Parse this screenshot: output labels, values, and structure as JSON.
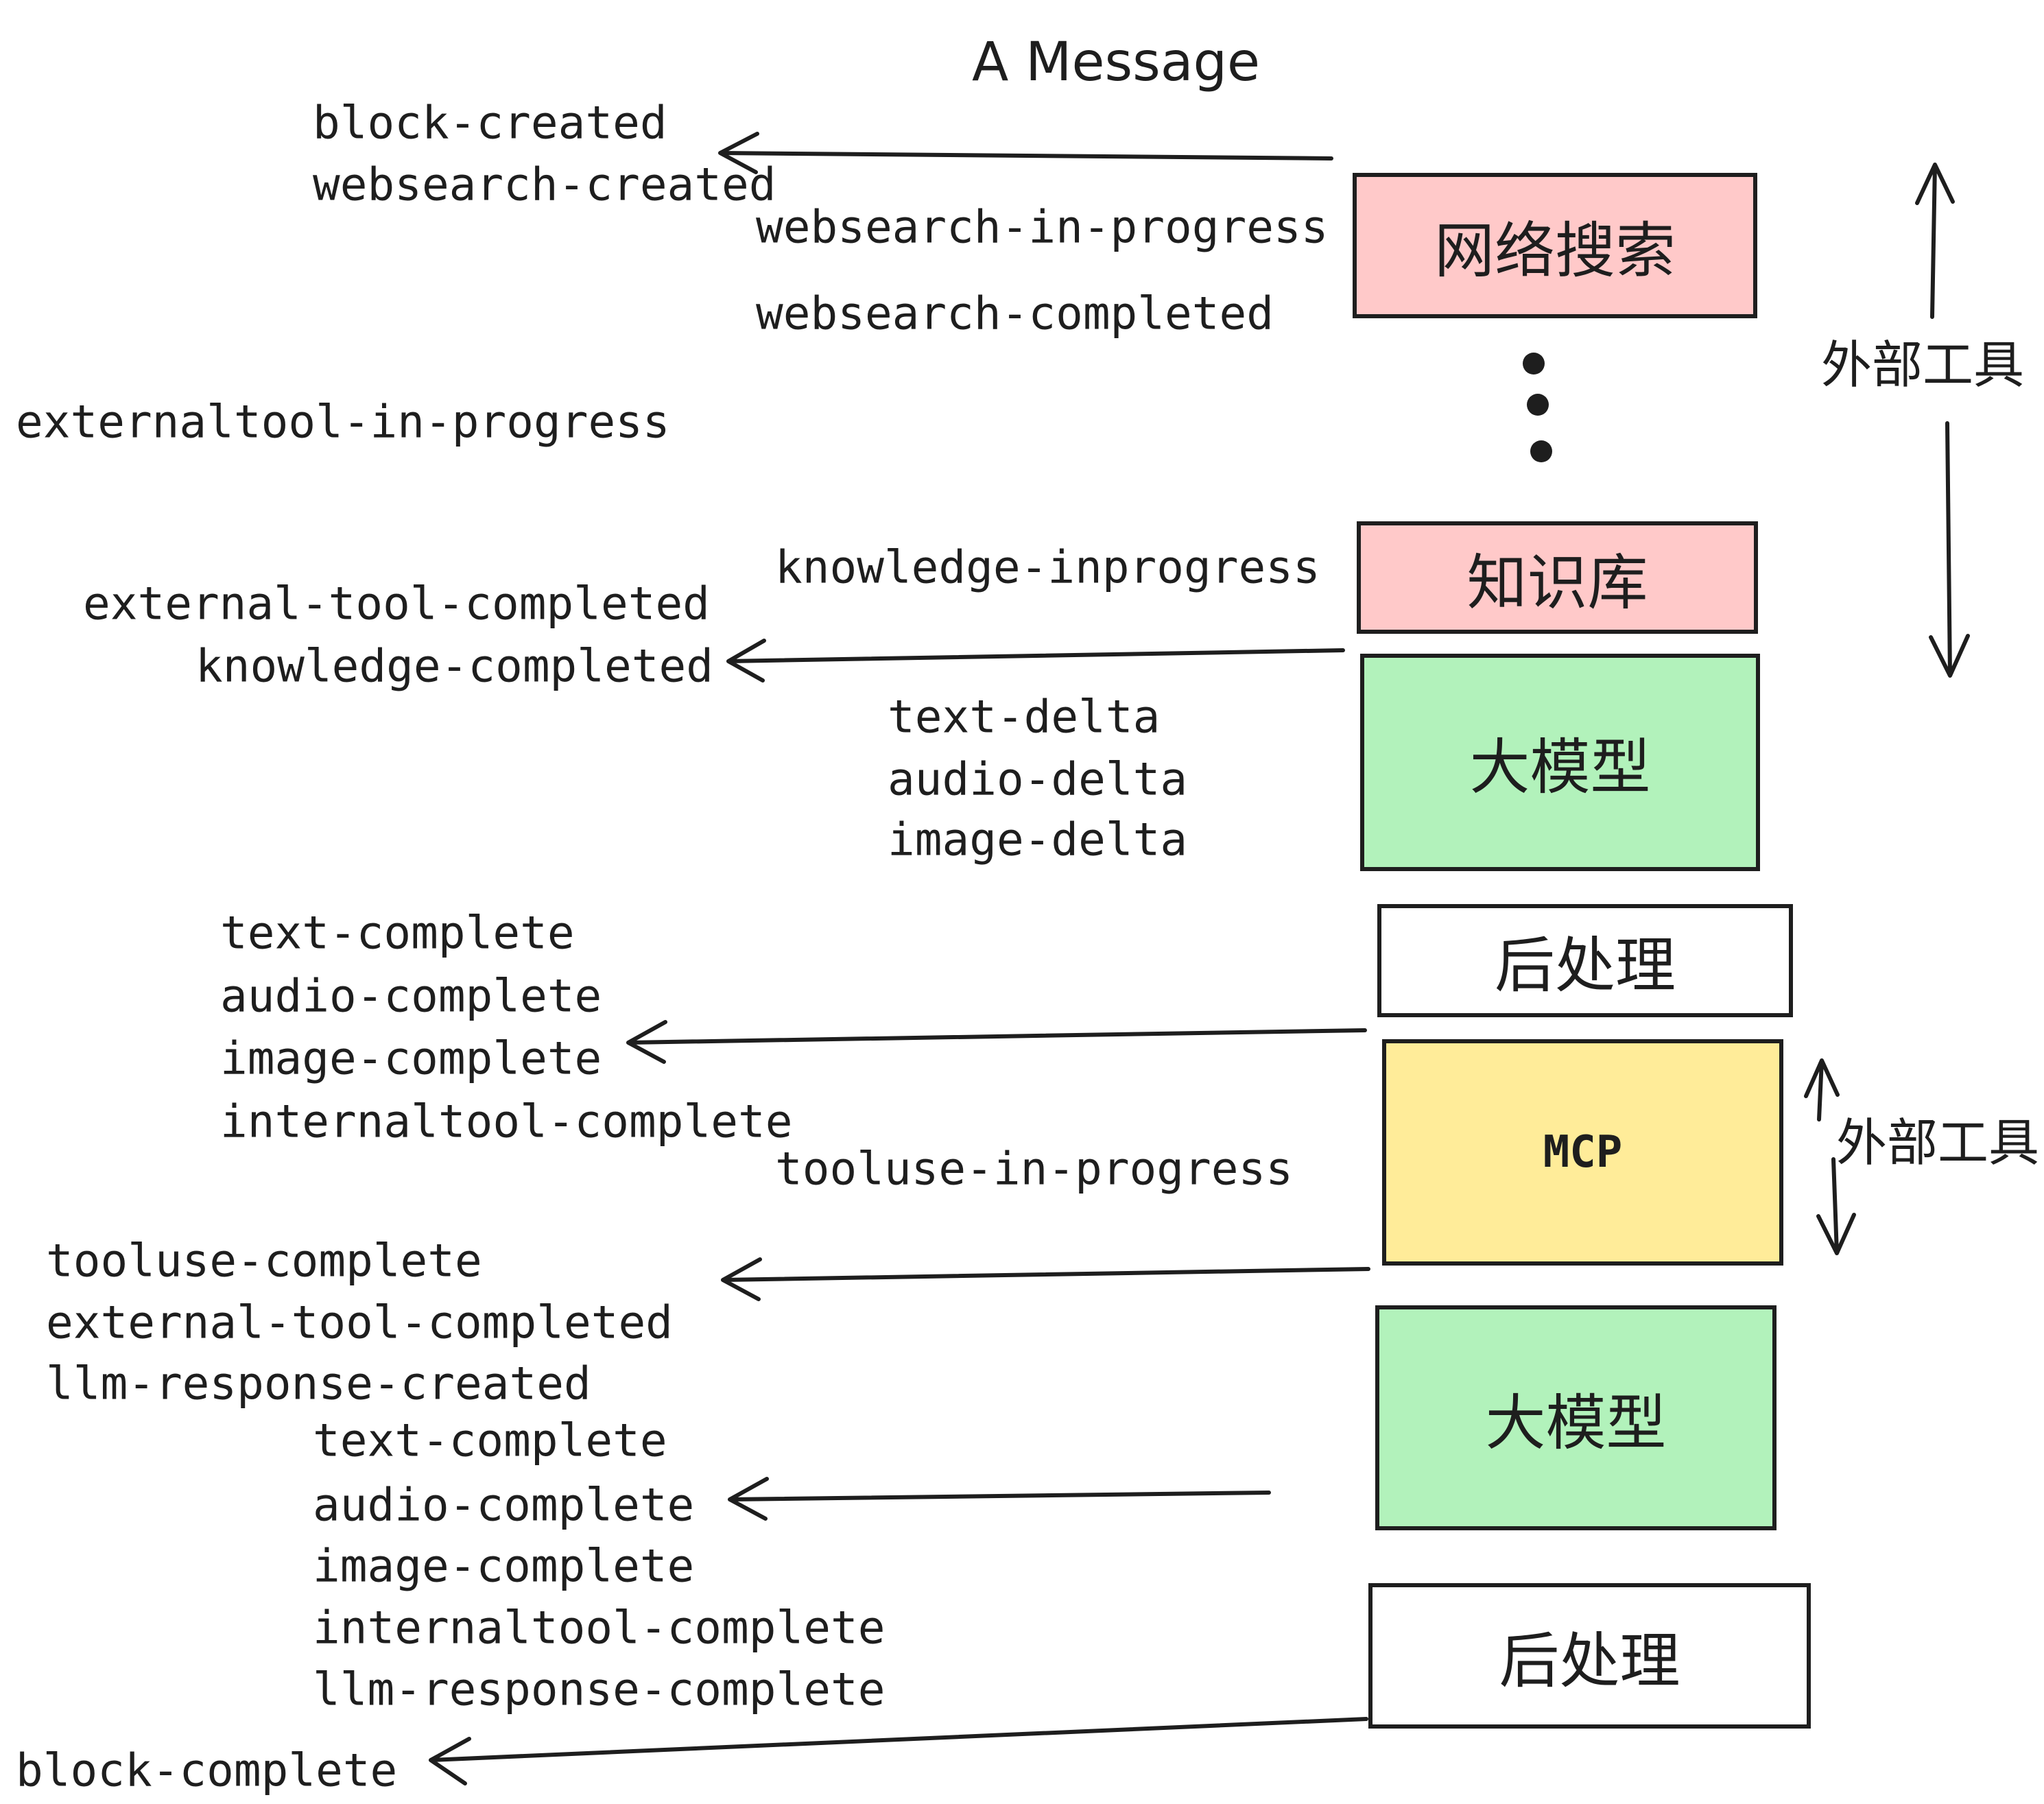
{
  "title": "A Message",
  "colors": {
    "pink": "#ffc9c9",
    "green": "#b2f2bb",
    "yellow": "#ffec99",
    "stroke": "#1e1e1e",
    "background": "#ffffff"
  },
  "boxes": [
    {
      "label": "网络搜索"
    },
    {
      "label": "知识库"
    },
    {
      "label": "大模型"
    },
    {
      "label": "后处理"
    },
    {
      "label": "MCP"
    },
    {
      "label": "大模型"
    },
    {
      "label": "后处理"
    }
  ],
  "side_labels": [
    {
      "text": "外部工具"
    },
    {
      "text": "外部工具"
    }
  ],
  "event_labels": [
    {
      "text": "block-created"
    },
    {
      "text": "websearch-created"
    },
    {
      "text": "websearch-in-progress"
    },
    {
      "text": "websearch-completed"
    },
    {
      "text": "externaltool-in-progress"
    },
    {
      "text": "knowledge-inprogress"
    },
    {
      "text": "external-tool-completed"
    },
    {
      "text": "knowledge-completed"
    },
    {
      "text": "text-delta"
    },
    {
      "text": "audio-delta"
    },
    {
      "text": "image-delta"
    },
    {
      "text": "text-complete"
    },
    {
      "text": "audio-complete"
    },
    {
      "text": "image-complete"
    },
    {
      "text": "internaltool-complete"
    },
    {
      "text": "tooluse-in-progress"
    },
    {
      "text": "tooluse-complete"
    },
    {
      "text": "external-tool-completed"
    },
    {
      "text": "llm-response-created"
    },
    {
      "text": "text-complete"
    },
    {
      "text": "audio-complete"
    },
    {
      "text": "image-complete"
    },
    {
      "text": "internaltool-complete"
    },
    {
      "text": "llm-response-complete"
    },
    {
      "text": "block-complete"
    }
  ]
}
